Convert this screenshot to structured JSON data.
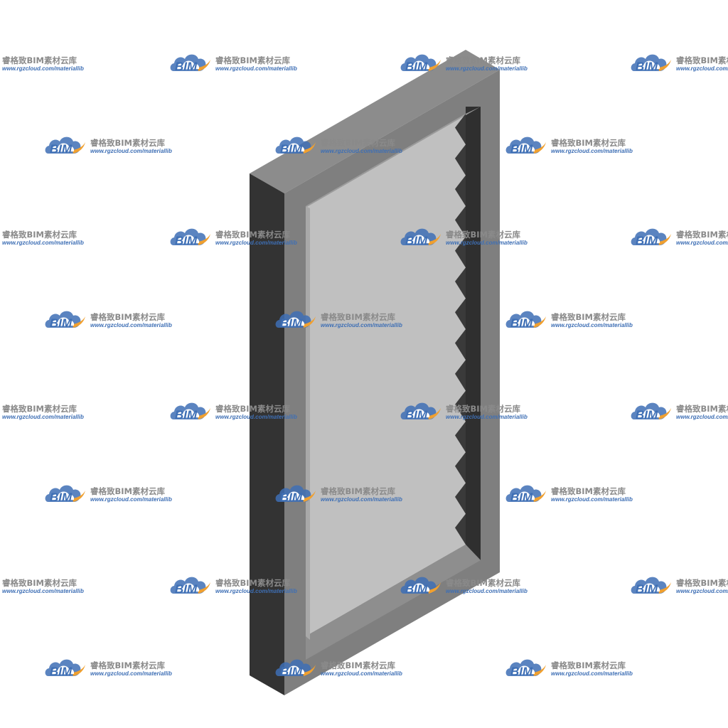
{
  "watermark": {
    "brand": "BIM",
    "title": "睿格致BIM素材云库",
    "url": "www.rgzcloud.com/materiallib"
  },
  "colors": {
    "background": "#ffffff",
    "frame_top": "#8c8c8c",
    "frame_left_dark": "#333333",
    "frame_front": "#7f7f7f",
    "frame_right": "#6e6e6e",
    "panel": "#c0c0c0",
    "panel_shadow": "#3a3a3a",
    "logo_cloud": "#3e6fb5",
    "logo_swoosh": "#f0a030"
  },
  "model": {
    "description_icon": "louvered-window-frame-3d-icon",
    "louver_count": 14
  }
}
